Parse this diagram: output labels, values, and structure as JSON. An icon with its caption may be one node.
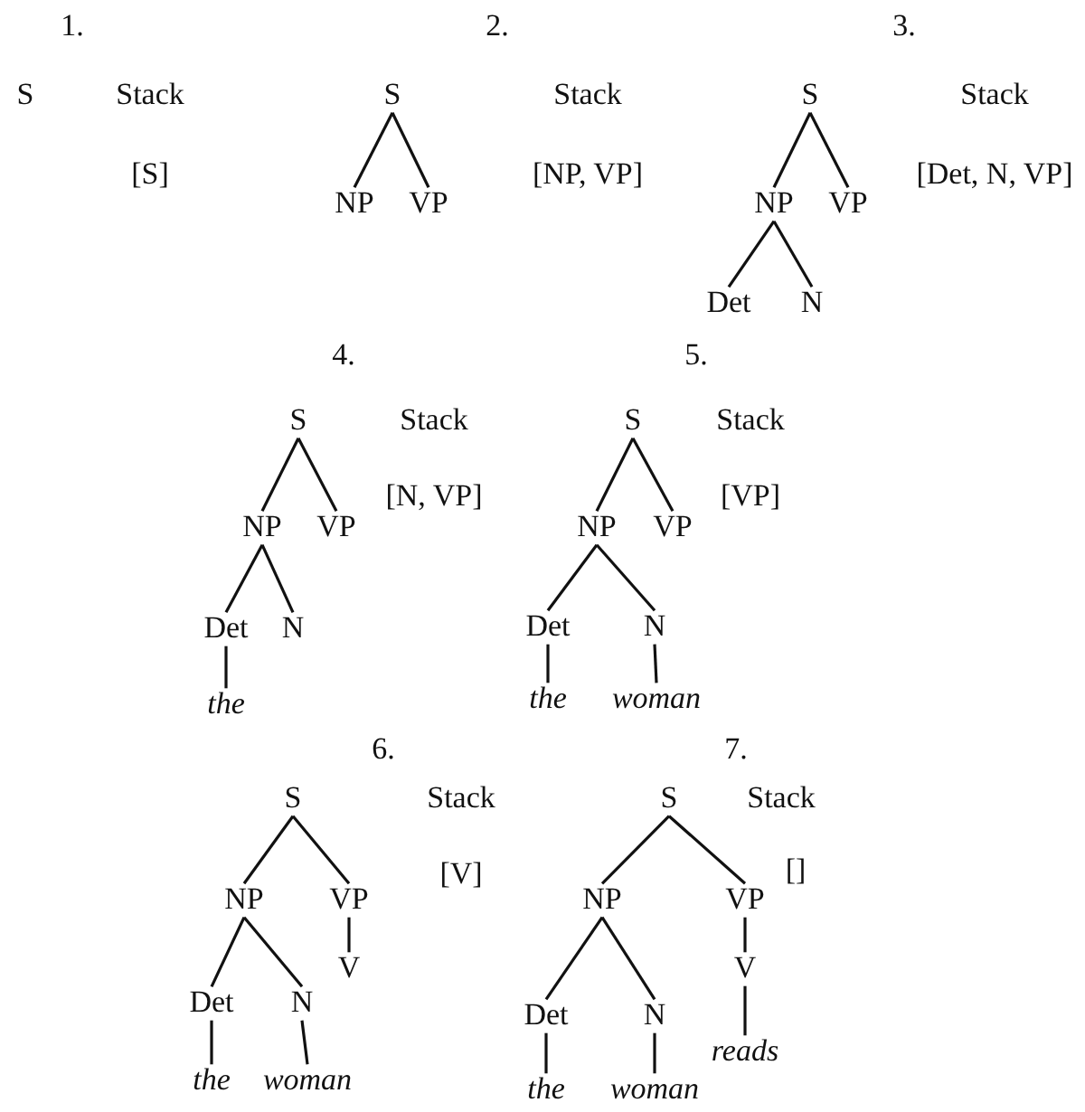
{
  "diagram": {
    "nodes": [
      {
        "text": [
          "S"
        ]
      },
      {
        "text": [
          "S"
        ]
      },
      {
        "text": [
          "NP"
        ]
      },
      {
        "text": [
          "VP"
        ]
      },
      {
        "text": [
          "S"
        ]
      },
      {
        "text": [
          "NP"
        ]
      },
      {
        "text": [
          "VP"
        ]
      },
      {
        "text": [
          "Det"
        ]
      },
      {
        "text": [
          "N"
        ]
      },
      {
        "text": [
          "S"
        ]
      },
      {
        "text": [
          "NP"
        ]
      },
      {
        "text": [
          "VP"
        ]
      },
      {
        "text": [
          "Det"
        ]
      },
      {
        "text": [
          "N"
        ]
      },
      {
        "text": [
          "the"
        ]
      },
      {
        "text": [
          "S"
        ]
      },
      {
        "text": [
          "NP"
        ]
      },
      {
        "text": [
          "VP"
        ]
      },
      {
        "text": [
          "Det"
        ]
      },
      {
        "text": [
          "N"
        ]
      },
      {
        "text": [
          "the"
        ]
      },
      {
        "text": [
          "woman"
        ]
      },
      {
        "text": [
          "S"
        ]
      },
      {
        "text": [
          "NP"
        ]
      },
      {
        "text": [
          "VP"
        ]
      },
      {
        "text": [
          "Det"
        ]
      },
      {
        "text": [
          "N"
        ]
      },
      {
        "text": [
          "V"
        ]
      },
      {
        "text": [
          "the"
        ]
      },
      {
        "text": [
          "woman"
        ]
      },
      {
        "text": [
          "S"
        ]
      },
      {
        "text": [
          "NP"
        ]
      },
      {
        "text": [
          "VP"
        ]
      },
      {
        "text": [
          "Det"
        ]
      },
      {
        "text": [
          "N"
        ]
      },
      {
        "text": [
          "V"
        ]
      },
      {
        "text": [
          "the"
        ]
      },
      {
        "text": [
          "woman"
        ]
      },
      {
        "text": [
          "reads"
        ]
      }
    ],
    "edges": [
      {
        "from": 1,
        "to": 2,
        "arrow": "none"
      },
      {
        "from": 1,
        "to": 3,
        "arrow": "none"
      },
      {
        "from": 4,
        "to": 5,
        "arrow": "none"
      },
      {
        "from": 4,
        "to": 6,
        "arrow": "none"
      },
      {
        "from": 5,
        "to": 7,
        "arrow": "none"
      },
      {
        "from": 5,
        "to": 8,
        "arrow": "none"
      },
      {
        "from": 9,
        "to": 10,
        "arrow": "none"
      },
      {
        "from": 9,
        "to": 11,
        "arrow": "none"
      },
      {
        "from": 10,
        "to": 12,
        "arrow": "none"
      },
      {
        "from": 10,
        "to": 13,
        "arrow": "none"
      },
      {
        "from": 12,
        "to": 14,
        "arrow": "none"
      },
      {
        "from": 15,
        "to": 16,
        "arrow": "none"
      },
      {
        "from": 15,
        "to": 17,
        "arrow": "none"
      },
      {
        "from": 16,
        "to": 18,
        "arrow": "none"
      },
      {
        "from": 16,
        "to": 19,
        "arrow": "none"
      },
      {
        "from": 18,
        "to": 20,
        "arrow": "none"
      },
      {
        "from": 19,
        "to": 21,
        "arrow": "none"
      },
      {
        "from": 22,
        "to": 23,
        "arrow": "none"
      },
      {
        "from": 22,
        "to": 24,
        "arrow": "none"
      },
      {
        "from": 23,
        "to": 25,
        "arrow": "none"
      },
      {
        "from": 23,
        "to": 26,
        "arrow": "none"
      },
      {
        "from": 24,
        "to": 27,
        "arrow": "none"
      },
      {
        "from": 25,
        "to": 28,
        "arrow": "none"
      },
      {
        "from": 26,
        "to": 29,
        "arrow": "none"
      },
      {
        "from": 30,
        "to": 31,
        "arrow": "none"
      },
      {
        "from": 30,
        "to": 32,
        "arrow": "none"
      },
      {
        "from": 31,
        "to": 33,
        "arrow": "none"
      },
      {
        "from": 31,
        "to": 34,
        "arrow": "none"
      },
      {
        "from": 32,
        "to": 35,
        "arrow": "none"
      },
      {
        "from": 33,
        "to": 36,
        "arrow": "none"
      },
      {
        "from": 34,
        "to": 37,
        "arrow": "none"
      },
      {
        "from": 35,
        "to": 38,
        "arrow": "none"
      }
    ],
    "labels": [
      "1.",
      "2.",
      "3.",
      "Stack",
      "Stack",
      "Stack",
      "[S]",
      "[NP, VP]",
      "[Det, N, VP]",
      "4.",
      "5.",
      "Stack",
      "Stack",
      "[N, VP]",
      "[VP]",
      "6.",
      "7.",
      "Stack",
      "Stack",
      "[V]",
      "[]"
    ]
  }
}
